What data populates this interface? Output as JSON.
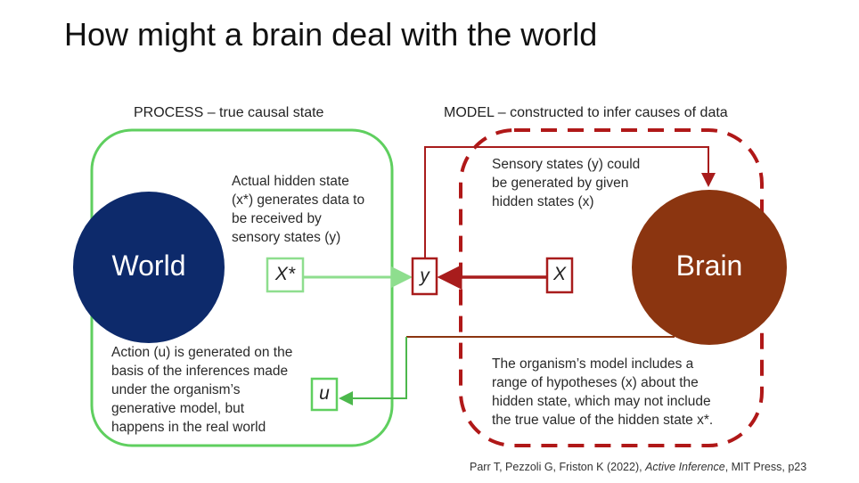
{
  "title": "How might a brain deal with the world",
  "process": {
    "header": "PROCESS – true causal state",
    "color": "#5fcf5f"
  },
  "model": {
    "header": "MODEL – constructed  to infer causes of data",
    "color": "#b01818"
  },
  "world": {
    "label": "World",
    "color": "#0d2a6b"
  },
  "brain": {
    "label": "Brain",
    "color": "#8b3510"
  },
  "nodes": {
    "x_star": "X*",
    "y": "y",
    "x": "X",
    "u": "u"
  },
  "texts": {
    "actual_hidden": [
      "Actual hidden state",
      "(x*) generates data to",
      "be received by",
      "sensory states (y)"
    ],
    "sensory": [
      "Sensory states (y) could",
      "be generated by given",
      "hidden states (x)"
    ],
    "action": [
      "Action (u) is generated on the",
      "basis of the inferences made",
      "under the organism’s",
      "generative model, but",
      "happens in the real world"
    ],
    "organism": [
      "The organism’s model includes a",
      "range of  hypotheses (x) about the",
      "hidden state, which may not include",
      "the true value of the hidden state x*."
    ]
  },
  "citation": {
    "authors": "Parr T, Pezzoli G, Friston K (2022), ",
    "book": "Active Inference",
    "rest": ", MIT Press, p23"
  }
}
